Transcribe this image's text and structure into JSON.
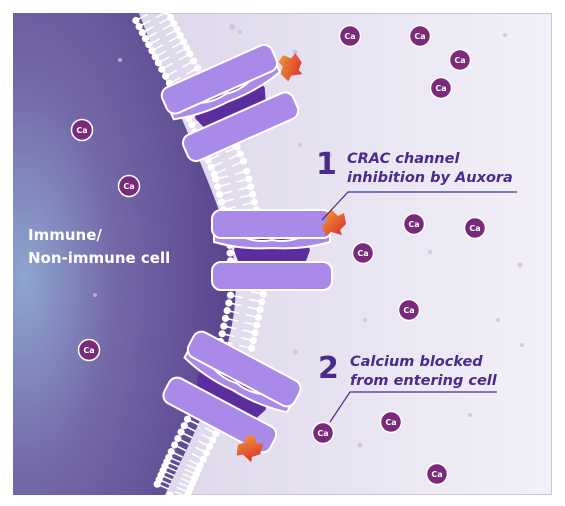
{
  "cell_label": [
    "Immune/",
    "Non-immune cell"
  ],
  "callouts": [
    {
      "number": "1",
      "lines": [
        "CRAC channel",
        "inhibition by Auxora"
      ]
    },
    {
      "number": "2",
      "lines": [
        "Calcium blocked",
        "from entering cell"
      ]
    }
  ],
  "calcium_ion_label": "Ca",
  "calcium_ion_count": 14,
  "colors": {
    "cell_interior": "#6a5a9c",
    "extracellular": "#ebe7f3",
    "membrane": "#d9d2e8",
    "channel": "#a98ae8",
    "channel_dark": "#5b2d9e",
    "calcium_ion": "#7a2a7a",
    "inhibitor": "#e8501e",
    "label": "#4a2a8a"
  }
}
